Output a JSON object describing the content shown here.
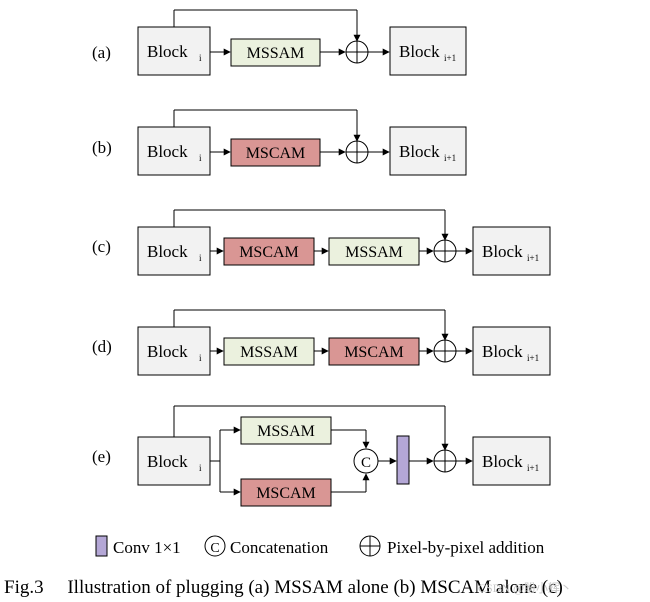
{
  "colors": {
    "block_fill": "#f2f2f2",
    "mssam_fill": "#ebf1de",
    "mscam_fill": "#d99694",
    "conv_fill": "#b4a7d6",
    "stroke": "#000000"
  },
  "rows": [
    {
      "label": "(a)",
      "block_in": "Block",
      "block_in_sub": "i",
      "modules": [
        "MSSAM"
      ],
      "block_out": "Block",
      "block_out_sub": "i+1"
    },
    {
      "label": "(b)",
      "block_in": "Block",
      "block_in_sub": "i",
      "modules": [
        "MSCAM"
      ],
      "block_out": "Block",
      "block_out_sub": "i+1"
    },
    {
      "label": "(c)",
      "block_in": "Block",
      "block_in_sub": "i",
      "modules": [
        "MSCAM",
        "MSSAM"
      ],
      "block_out": "Block",
      "block_out_sub": "i+1"
    },
    {
      "label": "(d)",
      "block_in": "Block",
      "block_in_sub": "i",
      "modules": [
        "MSSAM",
        "MSCAM"
      ],
      "block_out": "Block",
      "block_out_sub": "i+1"
    },
    {
      "label": "(e)",
      "block_in": "Block",
      "block_in_sub": "i",
      "modules": [
        "MSSAM",
        "MSCAM"
      ],
      "concat_symbol": "C",
      "block_out": "Block",
      "block_out_sub": "i+1"
    }
  ],
  "legend": {
    "conv": "Conv 1×1",
    "concat_symbol": "C",
    "concat": "Concatenation",
    "addition": "Pixel-by-pixel addition"
  },
  "caption": "Fig.3     Illustration of plugging (a) MSSAM alone (b) MSCAM alone (c)",
  "watermark": "CSDN @盼小辉丶"
}
